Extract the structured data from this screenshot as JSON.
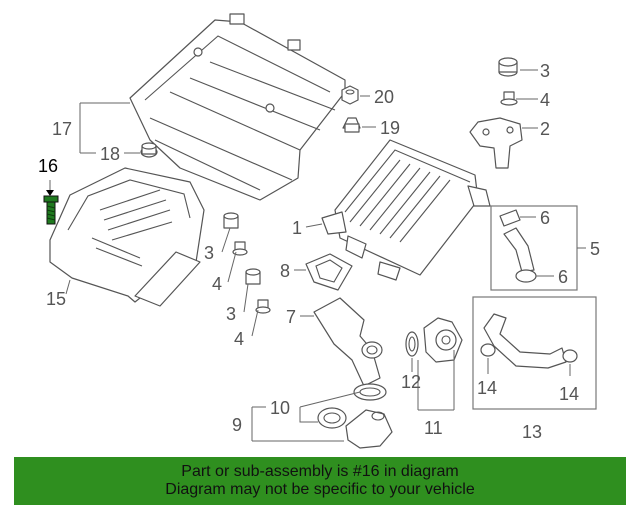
{
  "diagram": {
    "highlight_color": "#1f7a1f",
    "callouts": {
      "c1": "1",
      "c2": "2",
      "c3a": "3",
      "c3b": "3",
      "c3c": "3",
      "c4a": "4",
      "c4b": "4",
      "c4c": "4",
      "c5": "5",
      "c6a": "6",
      "c6b": "6",
      "c7": "7",
      "c8": "8",
      "c9": "9",
      "c10": "10",
      "c11": "11",
      "c12": "12",
      "c13": "13",
      "c14a": "14",
      "c14b": "14",
      "c15": "15",
      "c16": "16",
      "c17": "17",
      "c18": "18",
      "c19": "19",
      "c20": "20"
    }
  },
  "footer": {
    "line1": "Part or sub-assembly is #16 in diagram",
    "line2": "Diagram may not be specific to your vehicle",
    "background": "#2f8f1f"
  }
}
